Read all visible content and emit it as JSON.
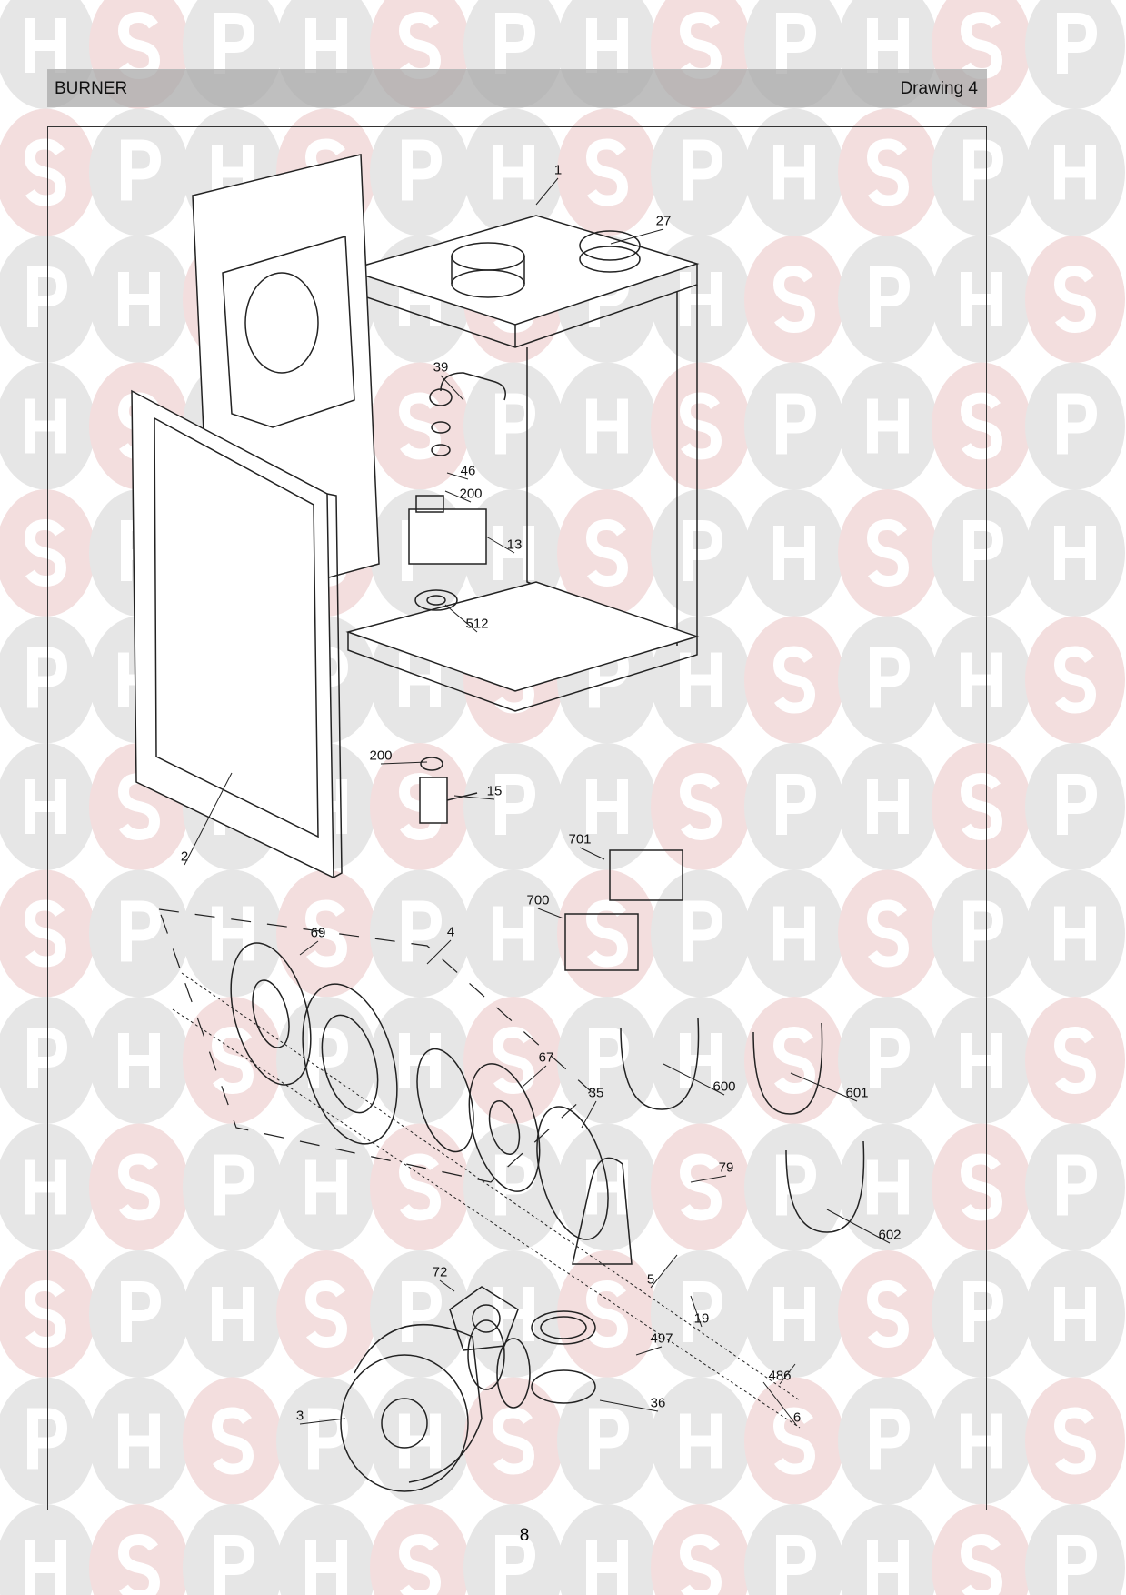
{
  "header": {
    "title": "BURNER",
    "drawing": "Drawing 4"
  },
  "watermark": {
    "letters": [
      "H",
      "S",
      "P"
    ],
    "colors": {
      "grey": "#e6e6e6",
      "pink": "#f3dede"
    }
  },
  "part_labels": [
    "1",
    "27",
    "39",
    "46",
    "200",
    "13",
    "512",
    "200",
    "15",
    "2",
    "701",
    "700",
    "69",
    "4",
    "67",
    "35",
    "600",
    "601",
    "79",
    "602",
    "5",
    "19",
    "72",
    "497",
    "486",
    "36",
    "6",
    "3"
  ],
  "page_number": "8"
}
